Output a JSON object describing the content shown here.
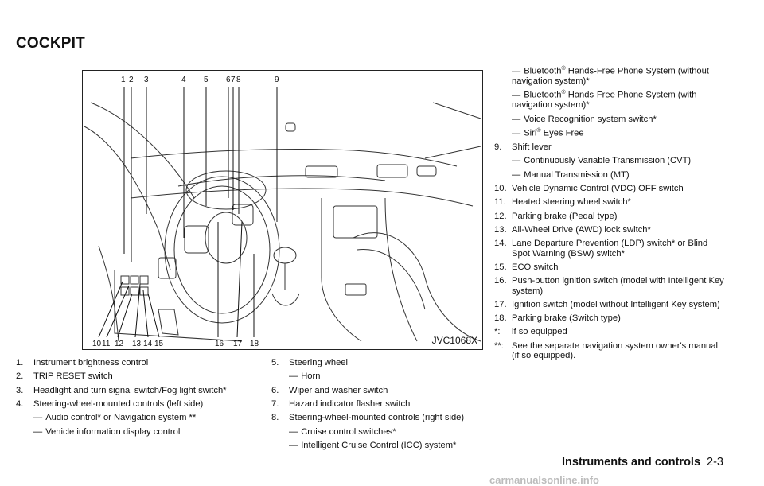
{
  "section_title": "COCKPIT",
  "figure": {
    "code": "JVC1068X",
    "callouts_top": [
      "1",
      "2",
      "3",
      "4",
      "5",
      "6",
      "7",
      "8",
      "9"
    ],
    "callouts_bottom": [
      "10",
      "11",
      "12",
      "13",
      "14",
      "15",
      "16",
      "17",
      "18"
    ]
  },
  "col1": {
    "i1_num": "1.",
    "i1": "Instrument brightness control",
    "i2_num": "2.",
    "i2": "TRIP RESET switch",
    "i3_num": "3.",
    "i3": "Headlight and turn signal switch/Fog light switch*",
    "i4_num": "4.",
    "i4": "Steering-wheel-mounted controls (left side)",
    "i4_sub1": "Audio control* or Navigation system **",
    "i4_sub2": "Vehicle information display control"
  },
  "col2": {
    "i5_num": "5.",
    "i5": "Steering wheel",
    "i5_sub1": "Horn",
    "i6_num": "6.",
    "i6": "Wiper and washer switch",
    "i7_num": "7.",
    "i7": "Hazard indicator flasher switch",
    "i8_num": "8.",
    "i8": "Steering-wheel-mounted controls (right side)",
    "i8_sub1": "Cruise control switches*",
    "i8_sub2": "Intelligent Cruise Control (ICC) system*"
  },
  "col3": {
    "bt1_pre": "Bluetooth",
    "bt1_post": "Hands-Free Phone System (without navigation system)*",
    "bt2_pre": "Bluetooth",
    "bt2_post": "Hands-Free Phone System (with navigation system)*",
    "voice": "Voice Recognition system switch*",
    "siri_pre": "Siri",
    "siri_post": "Eyes Free",
    "reg": "®",
    "dash": "—",
    "i9_num": "9.",
    "i9": "Shift lever",
    "i9_sub1": "Continuously Variable Transmission (CVT)",
    "i9_sub2": "Manual Transmission (MT)",
    "i10_num": "10.",
    "i10": "Vehicle Dynamic Control (VDC) OFF switch",
    "i11_num": "11.",
    "i11": "Heated steering wheel switch*",
    "i12_num": "12.",
    "i12": "Parking brake (Pedal type)",
    "i13_num": "13.",
    "i13": "All-Wheel Drive (AWD) lock switch*",
    "i14_num": "14.",
    "i14": "Lane Departure Prevention (LDP) switch* or Blind Spot Warning (BSW) switch*",
    "i15_num": "15.",
    "i15": "ECO switch",
    "i16_num": "16.",
    "i16": "Push-button ignition switch (model with Intelligent Key system)",
    "i17_num": "17.",
    "i17": "Ignition switch (model without Intelligent Key system)",
    "i18_num": "18.",
    "i18": "Parking brake (Switch type)",
    "n1_num": "*:",
    "n1": "if so equipped",
    "n2_num": "**:",
    "n2": "See the separate navigation system owner's manual (if so equipped)."
  },
  "footer": {
    "section": "Instruments and controls",
    "page": "2-3"
  },
  "watermark": "carmanualsonline.info"
}
